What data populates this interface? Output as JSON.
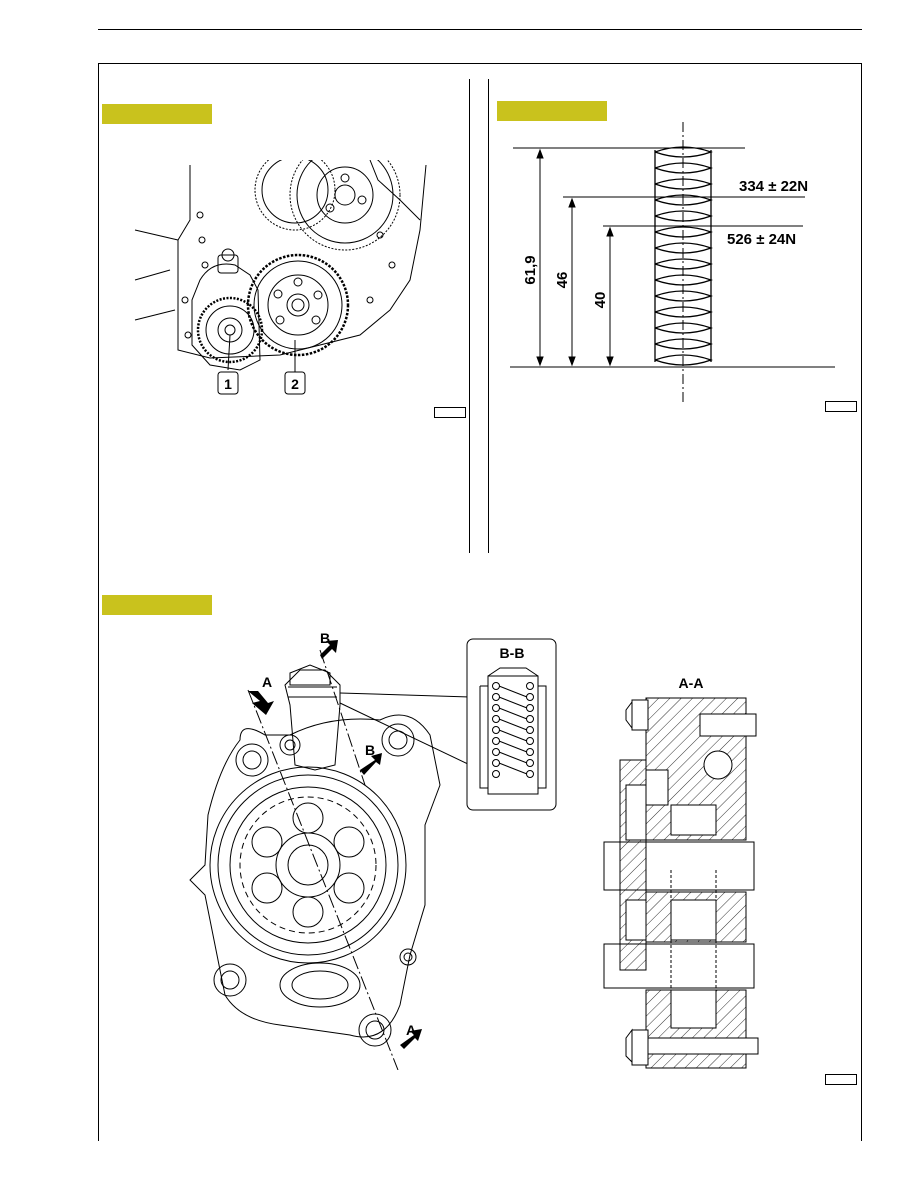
{
  "page": {
    "header_left": "",
    "header_right": ""
  },
  "figures": {
    "gears": {
      "callouts": [
        "1",
        "2"
      ],
      "fig_ref": ""
    },
    "spring": {
      "loads": [
        "334 ± 22N",
        "526 ± 24N"
      ],
      "heights": [
        "61,9",
        "46",
        "40"
      ],
      "fig_ref": ""
    },
    "pump": {
      "section_labels": [
        "A",
        "A",
        "B",
        "B"
      ],
      "detail_bb": "B-B",
      "section_aa": "A-A",
      "fig_ref": ""
    }
  },
  "colors": {
    "tag": "#c9c21d",
    "ink": "#000000"
  }
}
